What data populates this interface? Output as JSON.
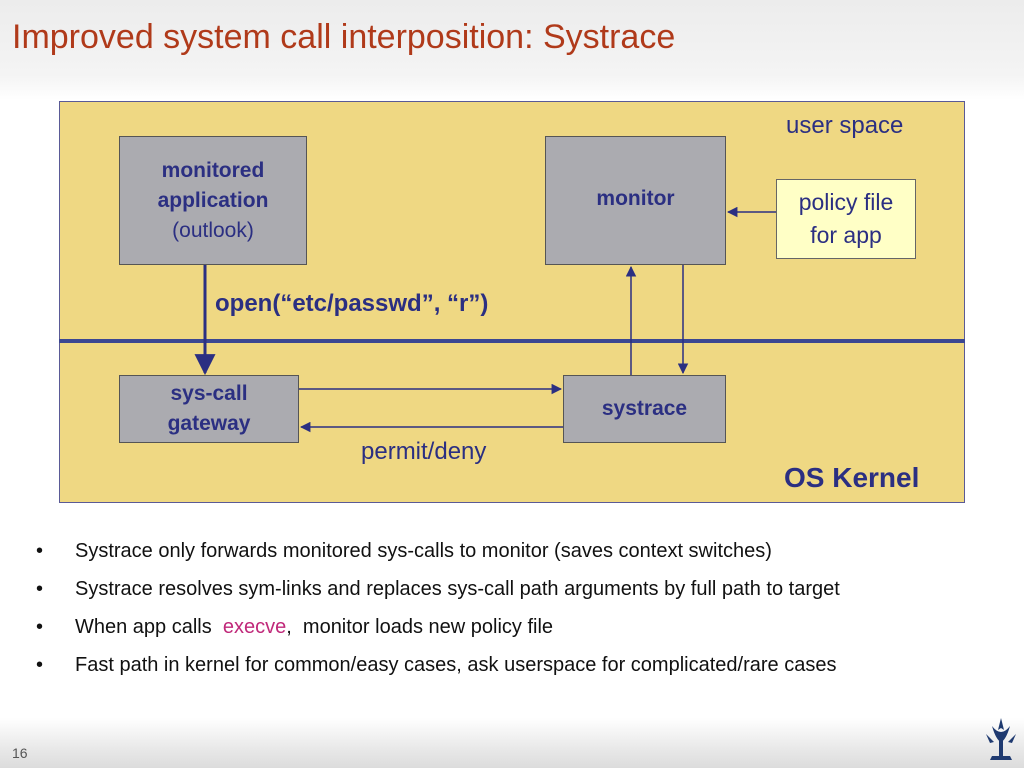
{
  "slide": {
    "title": "Improved system call interposition:  Systrace",
    "page_number": "16"
  },
  "diagram": {
    "user_space_label": "user space",
    "kernel_label": "OS Kernel",
    "monitored_app": {
      "line1": "monitored",
      "line2": "application",
      "line3": "(outlook)"
    },
    "monitor": "monitor",
    "policy_file": {
      "line1": "policy file",
      "line2": "for app"
    },
    "syscall_gateway": {
      "line1": "sys-call",
      "line2": "gateway"
    },
    "systrace": "systrace",
    "open_call": "open(“etc/passwd”,  “r”)",
    "permit_deny": "permit/deny",
    "colors": {
      "region": "#efd883",
      "box": "#ababb0",
      "policy_box": "#ffffc6",
      "text_blue": "#2b2f82",
      "divider": "#3b4792"
    }
  },
  "bullets": [
    {
      "text": "Systrace only forwards monitored sys-calls to monitor  (saves context switches)"
    },
    {
      "text": "Systrace resolves sym-links and replaces sys-call path arguments by full path to target"
    },
    {
      "before": "When app calls  ",
      "highlight": "execve",
      "after": ",  monitor loads new policy file"
    },
    {
      "text": "Fast path in kernel for common/easy cases, ask userspace for complicated/rare cases"
    }
  ],
  "bullet_marker": "•",
  "logo": "university-emblem-icon"
}
